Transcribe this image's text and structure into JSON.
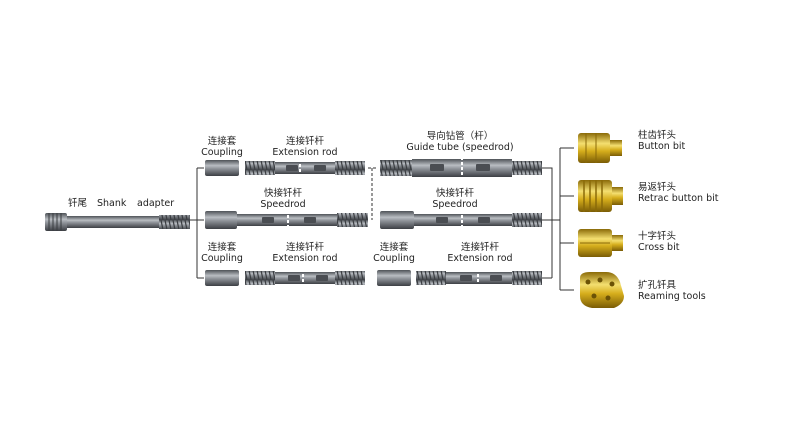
{
  "shank": {
    "cn": "钎尾",
    "en": "Shank",
    "en2": "adapter"
  },
  "row1": {
    "coupling": {
      "cn": "连接套",
      "en": "Coupling"
    },
    "extension": {
      "cn": "连接钎杆",
      "en": "Extension rod"
    },
    "guide": {
      "cn": "导向钻管（杆）",
      "en": "Guide tube (speedrod)"
    }
  },
  "row2": {
    "speedrod_a": {
      "cn": "快接钎杆",
      "en": "Speedrod"
    },
    "speedrod_b": {
      "cn": "快接钎杆",
      "en": "Speedrod"
    }
  },
  "row3": {
    "coupling_a": {
      "cn": "连接套",
      "en": "Coupling"
    },
    "extension_a": {
      "cn": "连接钎杆",
      "en": "Extension rod"
    },
    "coupling_b": {
      "cn": "连接套",
      "en": "Coupling"
    },
    "extension_b": {
      "cn": "连接钎杆",
      "en": "Extension rod"
    }
  },
  "bits": [
    {
      "cn": "柱齿钎头",
      "en": "Button  bit"
    },
    {
      "cn": "易返钎头",
      "en": "Retrac button bit"
    },
    {
      "cn": "十字钎头",
      "en": "Cross bit"
    },
    {
      "cn": "扩孔钎具",
      "en": "Reaming  tools"
    }
  ],
  "colors": {
    "steel": "#6f7378",
    "steel_light": "#a7abb0",
    "gold": "#d9b21e",
    "gold_light": "#f2dc6a",
    "line": "#333333"
  }
}
